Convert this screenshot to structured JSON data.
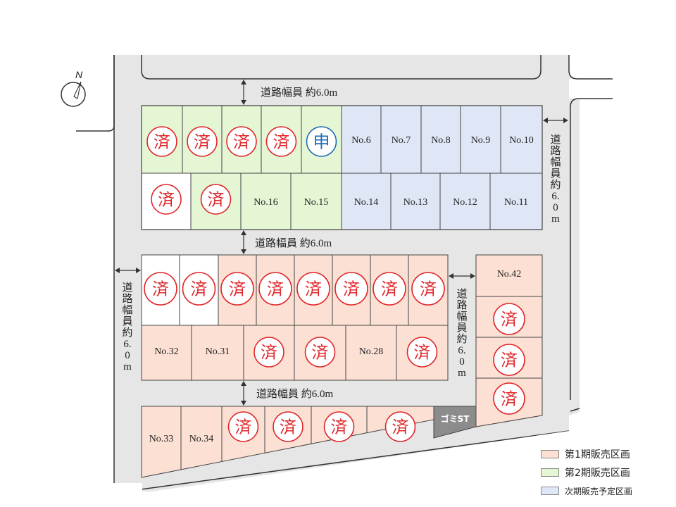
{
  "colors": {
    "phase1": "#fbe0d3",
    "phase2": "#e4f6d4",
    "next": "#dfe6f5",
    "sold_stamp": "#e0262a",
    "applied_stamp": "#1f6cb5",
    "road": "#e6e6e6",
    "garbage": "#8c8c8c"
  },
  "compass": {
    "label": "N",
    "icon": "north-arrow-icon"
  },
  "stamps": {
    "sold": "済",
    "applied": "申"
  },
  "roads": {
    "top": "道路幅員 約6.0m",
    "middle": "道路幅員 約6.0m",
    "bottom": "道路幅員 約6.0m",
    "right_chars": [
      "道",
      "路",
      "幅",
      "員",
      "約",
      "6.",
      "0",
      "m"
    ],
    "left_chars": [
      "道",
      "路",
      "幅",
      "員",
      "約",
      "6.",
      "0",
      "m"
    ],
    "center_chars": [
      "道",
      "路",
      "幅",
      "員",
      "約",
      "6.",
      "0",
      "m"
    ]
  },
  "block_a": {
    "row1": [
      {
        "status": "sold",
        "phase": "phase2"
      },
      {
        "status": "sold",
        "phase": "phase2"
      },
      {
        "status": "sold",
        "phase": "phase2"
      },
      {
        "status": "sold",
        "phase": "phase2"
      },
      {
        "status": "applied",
        "phase": "phase2"
      },
      {
        "label": "No.6",
        "phase": "next"
      },
      {
        "label": "No.7",
        "phase": "next"
      },
      {
        "label": "No.8",
        "phase": "next"
      },
      {
        "label": "No.9",
        "phase": "next"
      },
      {
        "label": "No.10",
        "phase": "next"
      }
    ],
    "row2": [
      {
        "status": "sold",
        "phase": "none"
      },
      {
        "status": "sold",
        "phase": "phase2"
      },
      {
        "label": "No.16",
        "phase": "phase2"
      },
      {
        "label": "No.15",
        "phase": "phase2"
      },
      {
        "label": "No.14",
        "phase": "next"
      },
      {
        "label": "No.13",
        "phase": "next"
      },
      {
        "label": "No.12",
        "phase": "next"
      },
      {
        "label": "No.11",
        "phase": "next"
      }
    ]
  },
  "block_b": {
    "row1": [
      {
        "status": "sold",
        "phase": "none"
      },
      {
        "status": "sold",
        "phase": "none"
      },
      {
        "status": "sold",
        "phase": "phase1"
      },
      {
        "status": "sold",
        "phase": "phase1"
      },
      {
        "status": "sold",
        "phase": "phase1"
      },
      {
        "status": "sold",
        "phase": "phase1"
      },
      {
        "status": "sold",
        "phase": "phase1"
      },
      {
        "status": "sold",
        "phase": "phase1"
      }
    ],
    "row2": [
      {
        "label": "No.32",
        "phase": "phase1"
      },
      {
        "label": "No.31",
        "phase": "phase1"
      },
      {
        "status": "sold",
        "phase": "phase1"
      },
      {
        "status": "sold",
        "phase": "phase1"
      },
      {
        "label": "No.28",
        "phase": "phase1"
      },
      {
        "status": "sold",
        "phase": "phase1"
      }
    ]
  },
  "block_c": [
    {
      "label": "No.42",
      "phase": "phase1"
    },
    {
      "status": "sold",
      "phase": "phase1"
    },
    {
      "status": "sold",
      "phase": "phase1"
    },
    {
      "status": "sold",
      "phase": "phase1"
    }
  ],
  "block_d": [
    {
      "label": "No.33",
      "phase": "phase1"
    },
    {
      "label": "No.34",
      "phase": "phase1"
    },
    {
      "status": "sold",
      "phase": "phase1"
    },
    {
      "status": "sold",
      "phase": "phase1"
    },
    {
      "status": "sold",
      "phase": "phase1"
    },
    {
      "status": "sold",
      "phase": "phase1"
    }
  ],
  "garbage_station": "ゴミST",
  "legend": [
    {
      "key": "phase1",
      "text": "第1期販売区画"
    },
    {
      "key": "phase2",
      "text": "第2期販売区画"
    },
    {
      "key": "next",
      "text": "次期販売予定区画"
    }
  ]
}
